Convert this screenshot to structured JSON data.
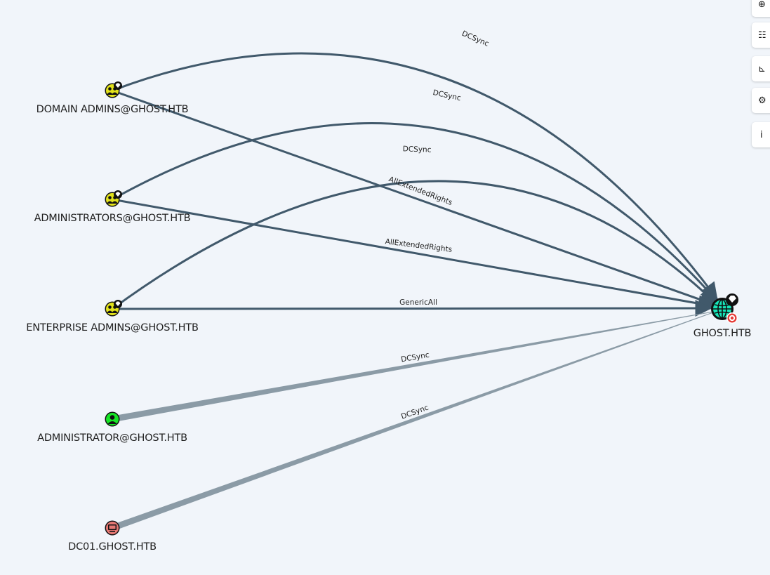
{
  "graph": {
    "nodes": [
      {
        "id": "domain_admins",
        "label": "DOMAIN ADMINS@GHOST.HTB",
        "kind": "group",
        "color": "#e2e21b"
      },
      {
        "id": "administrators",
        "label": "ADMINISTRATORS@GHOST.HTB",
        "kind": "group",
        "color": "#e2e21b"
      },
      {
        "id": "enterprise_admins",
        "label": "ENTERPRISE ADMINS@GHOST.HTB",
        "kind": "group",
        "color": "#e2e21b"
      },
      {
        "id": "administrator",
        "label": "ADMINISTRATOR@GHOST.HTB",
        "kind": "user",
        "color": "#17e625"
      },
      {
        "id": "dc01",
        "label": "DC01.GHOST.HTB",
        "kind": "computer",
        "color": "#e67873"
      },
      {
        "id": "ghost",
        "label": "GHOST.HTB",
        "kind": "domain",
        "color": "#17e6b9"
      }
    ],
    "edges": [
      {
        "from": "domain_admins",
        "to": "ghost",
        "label": "DCSync"
      },
      {
        "from": "administrators",
        "to": "ghost",
        "label": "DCSync"
      },
      {
        "from": "enterprise_admins",
        "to": "ghost",
        "label": "DCSync"
      },
      {
        "from": "domain_admins",
        "to": "ghost",
        "label": "AllExtendedRights"
      },
      {
        "from": "administrators",
        "to": "ghost",
        "label": "AllExtendedRights"
      },
      {
        "from": "enterprise_admins",
        "to": "ghost",
        "label": "GenericAll"
      },
      {
        "from": "administrator",
        "to": "ghost",
        "label": "DCSync"
      },
      {
        "from": "dc01",
        "to": "ghost",
        "label": "DCSync"
      }
    ],
    "colors": {
      "edge_dark": "#41596b",
      "edge_light": "#8b9ba6",
      "background": "#f1f5fa"
    }
  },
  "toolbar": {
    "buttons": [
      {
        "name": "layout-icon",
        "glyph": "⊕"
      },
      {
        "name": "list-icon",
        "glyph": "☷"
      },
      {
        "name": "chart-icon",
        "glyph": "⊾"
      },
      {
        "name": "gear-icon",
        "glyph": "⚙"
      },
      {
        "name": "info-icon",
        "glyph": "i"
      }
    ]
  }
}
